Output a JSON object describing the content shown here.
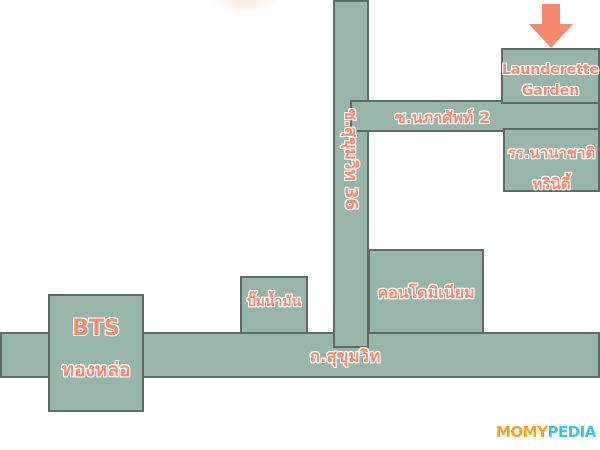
{
  "map": {
    "roads": {
      "sukhumvit": "ถ.สุขุมวิท",
      "sukhumvit_36": "ซ.สุขุมวิท 36",
      "soi_napasap_2": "ซ.นภาศัพท์ 2"
    },
    "places": {
      "bts_line1": "BTS",
      "bts_line2": "ทองหล่อ",
      "gas_station": "ปั๊มน้ำมัน",
      "condominium": "คอนโดมิเนียม",
      "school_line1": "รร.นานาชาติ",
      "school_line2": "ทรินิตี้",
      "destination_line1": "Launderette",
      "destination_line2": "Garden"
    },
    "marker": {
      "icon": "down-arrow-icon",
      "color": "#f58a6f"
    },
    "logo": {
      "part1": "MOMY",
      "part2": "PEDIA"
    },
    "colors": {
      "block": "#97b5a8",
      "outline": "#5d6c66",
      "label": "#f58a6f"
    }
  }
}
